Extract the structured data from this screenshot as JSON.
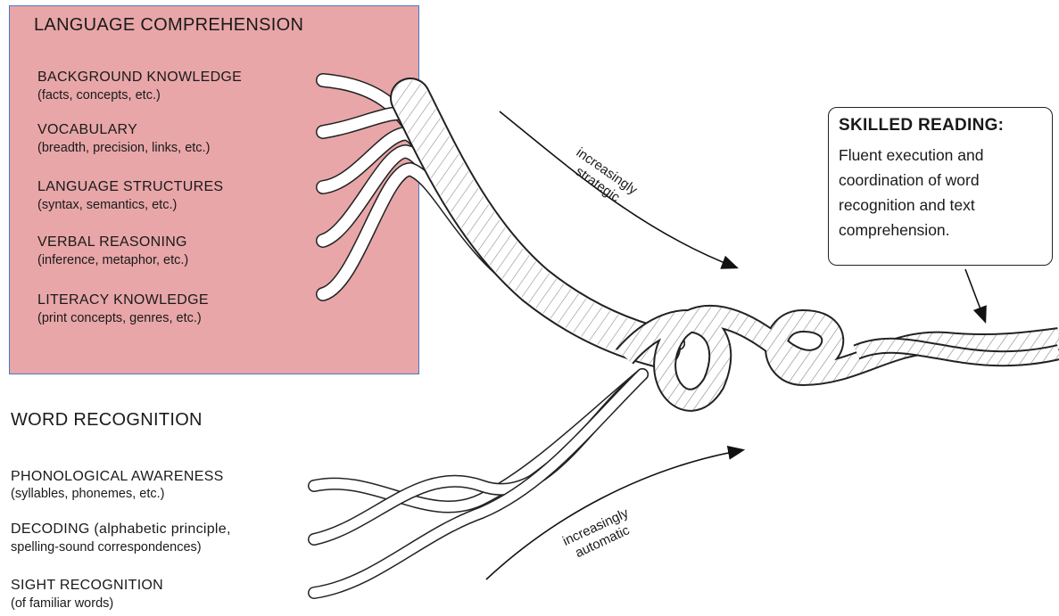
{
  "language_comprehension": {
    "heading": "LANGUAGE COMPREHENSION",
    "strands": [
      {
        "title": "BACKGROUND KNOWLEDGE",
        "detail": "(facts, concepts, etc.)"
      },
      {
        "title": "VOCABULARY",
        "detail": "(breadth, precision, links, etc.)"
      },
      {
        "title": "LANGUAGE STRUCTURES",
        "detail": "(syntax, semantics, etc.)"
      },
      {
        "title": "VERBAL REASONING",
        "detail": "(inference, metaphor, etc.)"
      },
      {
        "title": "LITERACY KNOWLEDGE",
        "detail": "(print concepts, genres, etc.)"
      }
    ]
  },
  "word_recognition": {
    "heading": "WORD RECOGNITION",
    "strands": [
      {
        "title": "PHONOLOGICAL AWARENESS",
        "detail": "(syllables, phonemes, etc.)"
      },
      {
        "title": "DECODING (alphabetic principle,",
        "detail": "spelling-sound correspondences)"
      },
      {
        "title": "SIGHT RECOGNITION",
        "detail": "(of familiar words)"
      }
    ]
  },
  "arrows": {
    "upper_label_line1": "increasingly",
    "upper_label_line2": "strategic",
    "lower_label_line1": "increasingly",
    "lower_label_line2": "automatic"
  },
  "callout": {
    "title": "SKILLED READING:",
    "body": "Fluent execution and coordination of word recognition and text comprehension."
  },
  "colors": {
    "highlight_fill": "#e8a6a8",
    "highlight_border": "#4a78c8",
    "ink": "#1a1a1a"
  }
}
